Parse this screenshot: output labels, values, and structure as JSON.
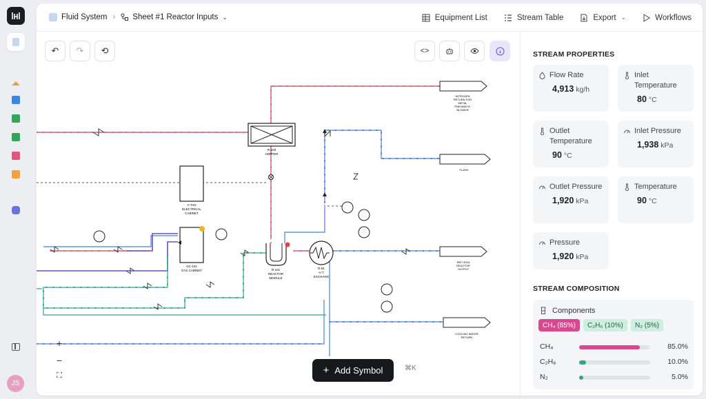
{
  "sidebar": {
    "user_initials": "JS",
    "icons": [
      "home-icon",
      "folder-icon",
      "sheet-icon",
      "table-icon",
      "image-icon",
      "video-icon",
      "bot-icon"
    ]
  },
  "breadcrumb": {
    "project": "Fluid System",
    "sheet": "Sheet #1 Reactor Inputs"
  },
  "topnav": {
    "equipment_list": "Equipment List",
    "stream_table": "Stream Table",
    "export": "Export",
    "workflows": "Workflows"
  },
  "canvas": {
    "add_symbol": "Add Symbol",
    "shortcut": "⌘K",
    "zoom_in": "+",
    "zoom_out": "−",
    "labels": {
      "hopper_tag": "R-103",
      "hopper_name": "HOPPER",
      "tank_tag": "V-TAN",
      "tank_name": "ELECTRICAL",
      "tank_name2": "CABINET",
      "gas_tag": "GC-101",
      "gas_name": "GAS CABINET",
      "reactor_tag": "R-101",
      "reactor_name": "REACTOR",
      "reactor_name2": "MODULE",
      "hx_tag": "R-81",
      "hx_name": "H T",
      "hx_name2": "EXCHANG",
      "out1": "NITROGEN",
      "out1b": "RETURN FOR",
      "out1c": "METAL",
      "out1d": "PNEUMATIC",
      "out1e": "BLOWER",
      "out2": "FLASH",
      "out3": "REF-301A",
      "out3b": "REACTOR",
      "out3c": "OUTPUT",
      "out4": "COOLING WATER",
      "out4b": "RETURN"
    }
  },
  "panel": {
    "stream_properties_title": "STREAM PROPERTIES",
    "properties": [
      {
        "label": "Flow Rate",
        "value": "4,913",
        "unit": "kg/h"
      },
      {
        "label": "Inlet Temperature",
        "value": "80",
        "unit": "°C"
      },
      {
        "label": "Outlet Temperature",
        "value": "90",
        "unit": "°C"
      },
      {
        "label": "Inlet Pressure",
        "value": "1,938",
        "unit": "kPa"
      },
      {
        "label": "Outlet Pressure",
        "value": "1,920",
        "unit": "kPa"
      },
      {
        "label": "Temperature",
        "value": "90",
        "unit": "°C"
      },
      {
        "label": "Pressure",
        "value": "1,920",
        "unit": "kPa"
      }
    ],
    "stream_composition_title": "STREAM COMPOSITION",
    "components_label": "Components",
    "components": [
      {
        "chip": "CH₄ (85%)",
        "name": "CH₄",
        "percent": "85.0%",
        "fraction": 0.85,
        "color": "#d9488f",
        "chip_bg": "#d9488f",
        "chip_fg": "#ffffff"
      },
      {
        "chip": "C₂H₆ (10%)",
        "name": "C₂H₆",
        "percent": "10.0%",
        "fraction": 0.1,
        "color": "#2fa58a",
        "chip_bg": "#cfeee2",
        "chip_fg": "#1e5e4c"
      },
      {
        "chip": "N₂ (5%)",
        "name": "N₂",
        "percent": "5.0%",
        "fraction": 0.05,
        "color": "#2fa58a",
        "chip_bg": "#cfeee2",
        "chip_fg": "#1e5e4c"
      }
    ]
  },
  "colors": {
    "line_red": "#c2415b",
    "line_blue": "#4a7fd0",
    "line_teal": "#2fa58a",
    "line_purple": "#6a4fc4",
    "accent_pink": "#d9488f"
  }
}
